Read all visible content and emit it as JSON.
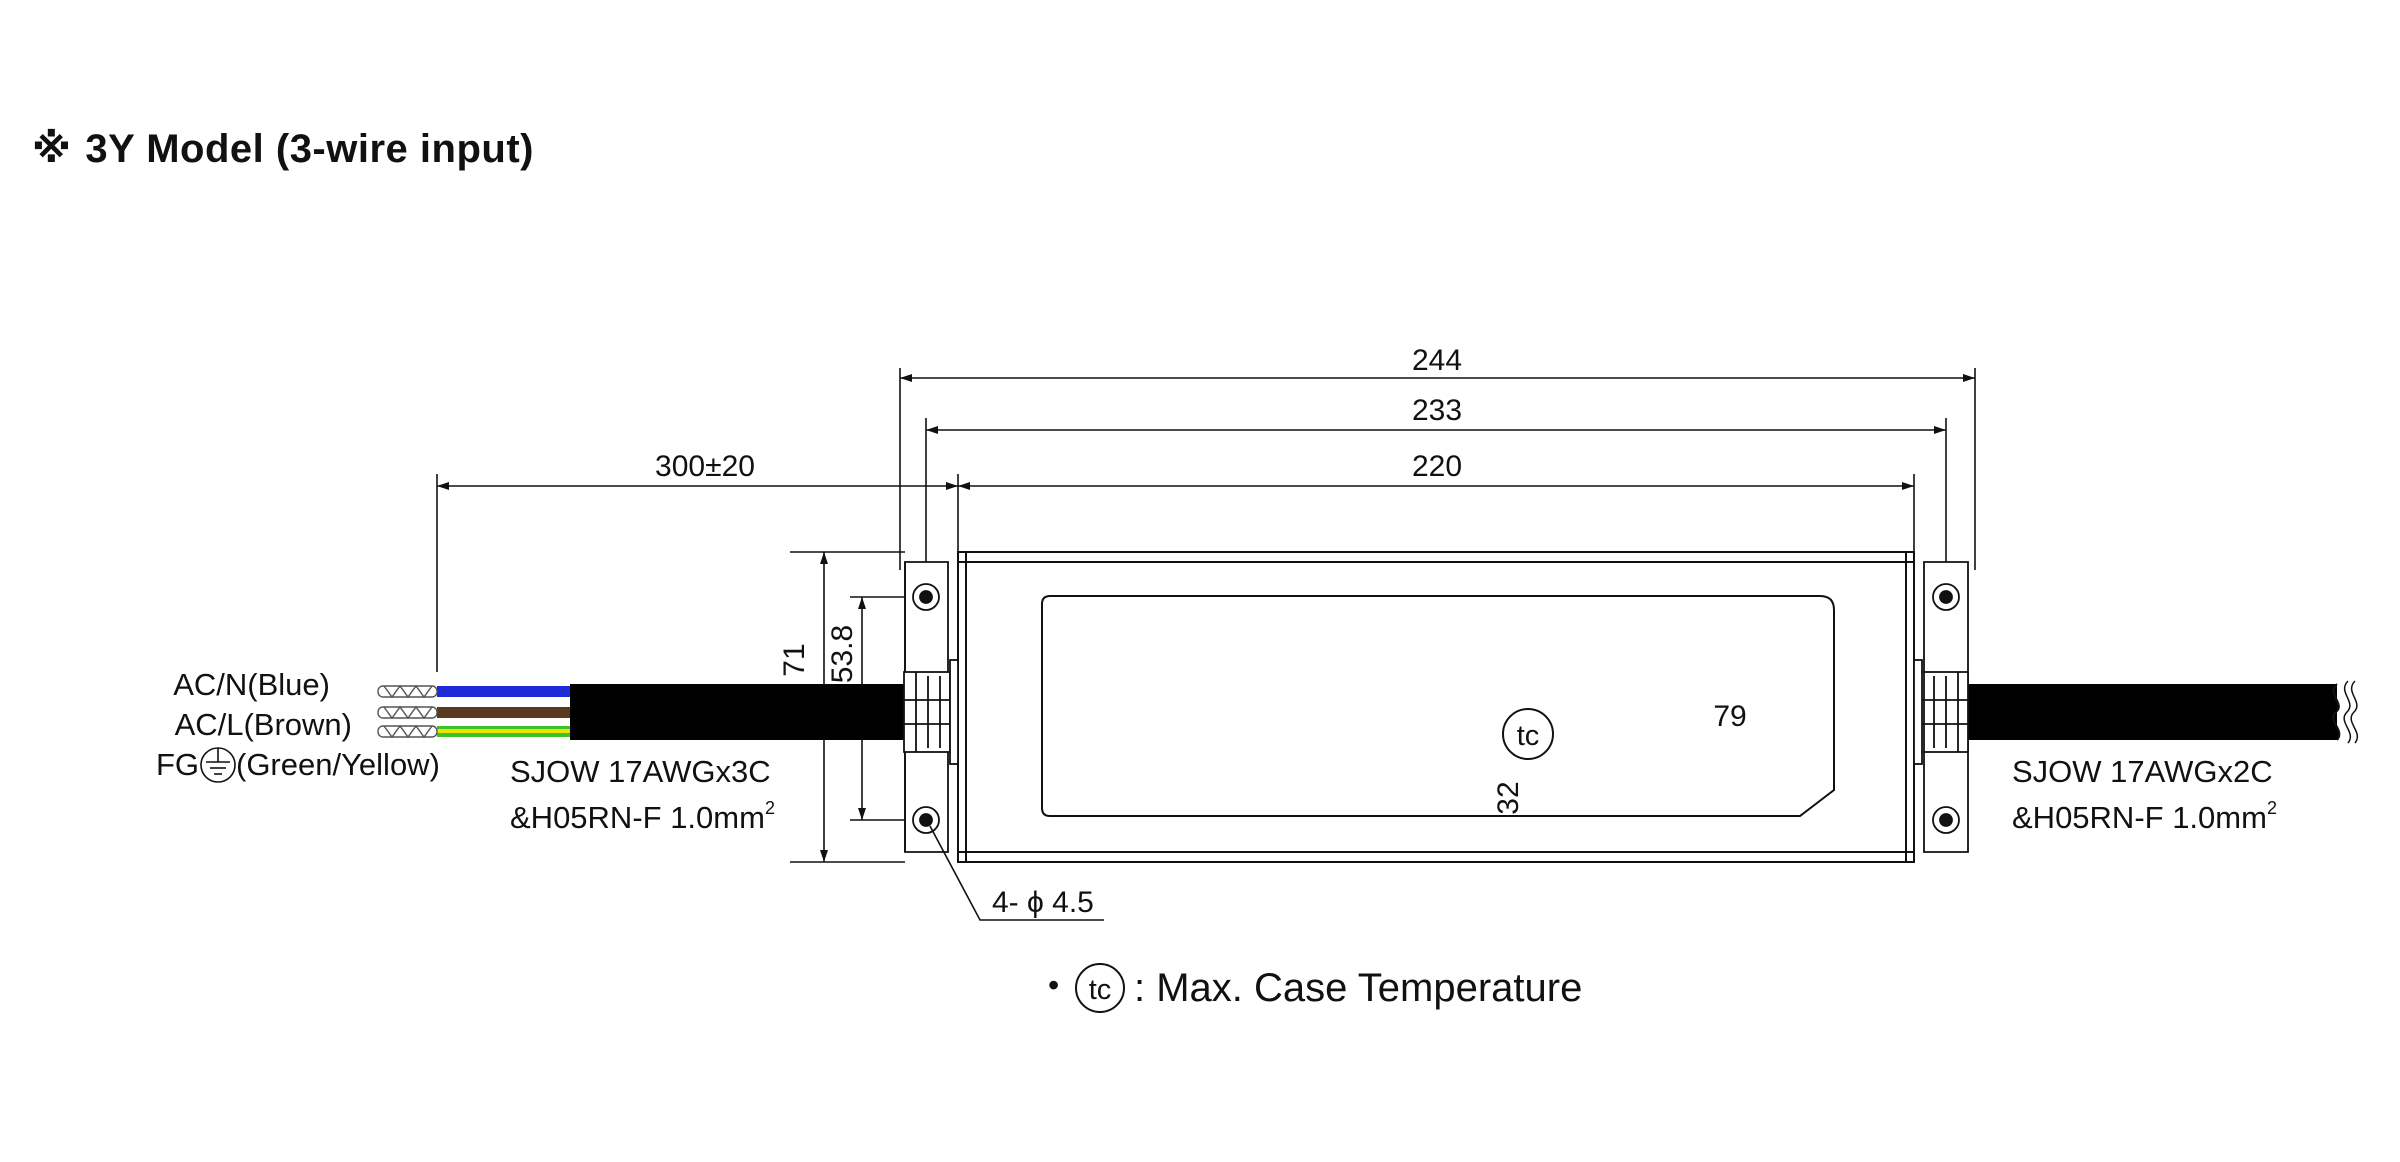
{
  "title": {
    "mark": "※",
    "text": "3Y Model (3-wire input)"
  },
  "dimensions": {
    "overall_length": "244",
    "mounting_hole_pitch": "233",
    "body_length": "220",
    "input_cable_length": "300±20",
    "overall_height": "71",
    "mounting_hole_spacing": "53.8",
    "tc_x_offset": "79",
    "tc_y_offset": "32",
    "mounting_holes": "4- ϕ 4.5"
  },
  "input_wires": [
    {
      "label": "AC/N(Blue)",
      "color": "#1f2bd6"
    },
    {
      "label": "AC/L(Brown)",
      "color": "#5a3a1e"
    },
    {
      "label": "FG",
      "suffix": "(Green/Yellow)",
      "color": "#3fbf2a",
      "stripe": "#e6e600"
    }
  ],
  "input_cable": {
    "line1": "SJOW 17AWGx3C",
    "line2": "&H05RN-F 1.0mm",
    "sup": "2"
  },
  "output_cable": {
    "line1": "SJOW 17AWGx2C",
    "line2": "&H05RN-F 1.0mm",
    "sup": "2"
  },
  "tc_marker": "tc",
  "legend": {
    "bullet": "•",
    "symbol": "tc",
    "text": ": Max. Case Temperature"
  },
  "colors": {
    "housing": "#111111",
    "cable": "#000000",
    "background": "#ffffff"
  }
}
